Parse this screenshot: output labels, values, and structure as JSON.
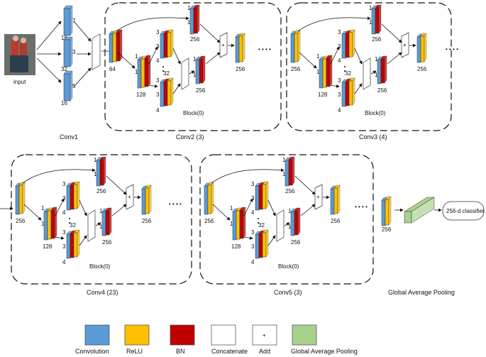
{
  "input_label": "input",
  "conv1": {
    "caption": "Conv1",
    "branch_sizes": [
      "7",
      "3",
      "5"
    ],
    "channels": [
      "16",
      "32",
      "16"
    ]
  },
  "stages": [
    {
      "caption": "Conv2  (3)",
      "block": "Block(0)",
      "in_ch": "64",
      "out_ch": "256"
    },
    {
      "caption": "Conv3  (4)",
      "block": "Block(0)",
      "in_ch": "256",
      "out_ch": "256"
    },
    {
      "caption": "Conv4  (23)",
      "block": "Block(0)",
      "in_ch": "256",
      "out_ch": "256"
    },
    {
      "caption": "Conv5  (3)",
      "block": "Block(0)",
      "in_ch": "256",
      "out_ch": "256"
    }
  ],
  "block": {
    "mid_ch": "128",
    "group_ch": "4",
    "groups": "32",
    "k1": "1",
    "k3": "3"
  },
  "gap_caption": "Global Average Pooling",
  "gap_out": "256",
  "classifier": "256-d  classifier",
  "add_symbol": "+",
  "ellipsis": "• • • •",
  "legend": [
    {
      "label": "Convolution",
      "color": "#5b9bd5"
    },
    {
      "label": "ReLU",
      "color": "#ffc000"
    },
    {
      "label": "BN",
      "color": "#c00000"
    },
    {
      "label": "Concatenate",
      "color": "#ffffff"
    },
    {
      "label": "Add",
      "color": "#ffffff",
      "symbol": "+"
    },
    {
      "label": "Global Average Pooling",
      "color": "#a9d18e"
    }
  ]
}
